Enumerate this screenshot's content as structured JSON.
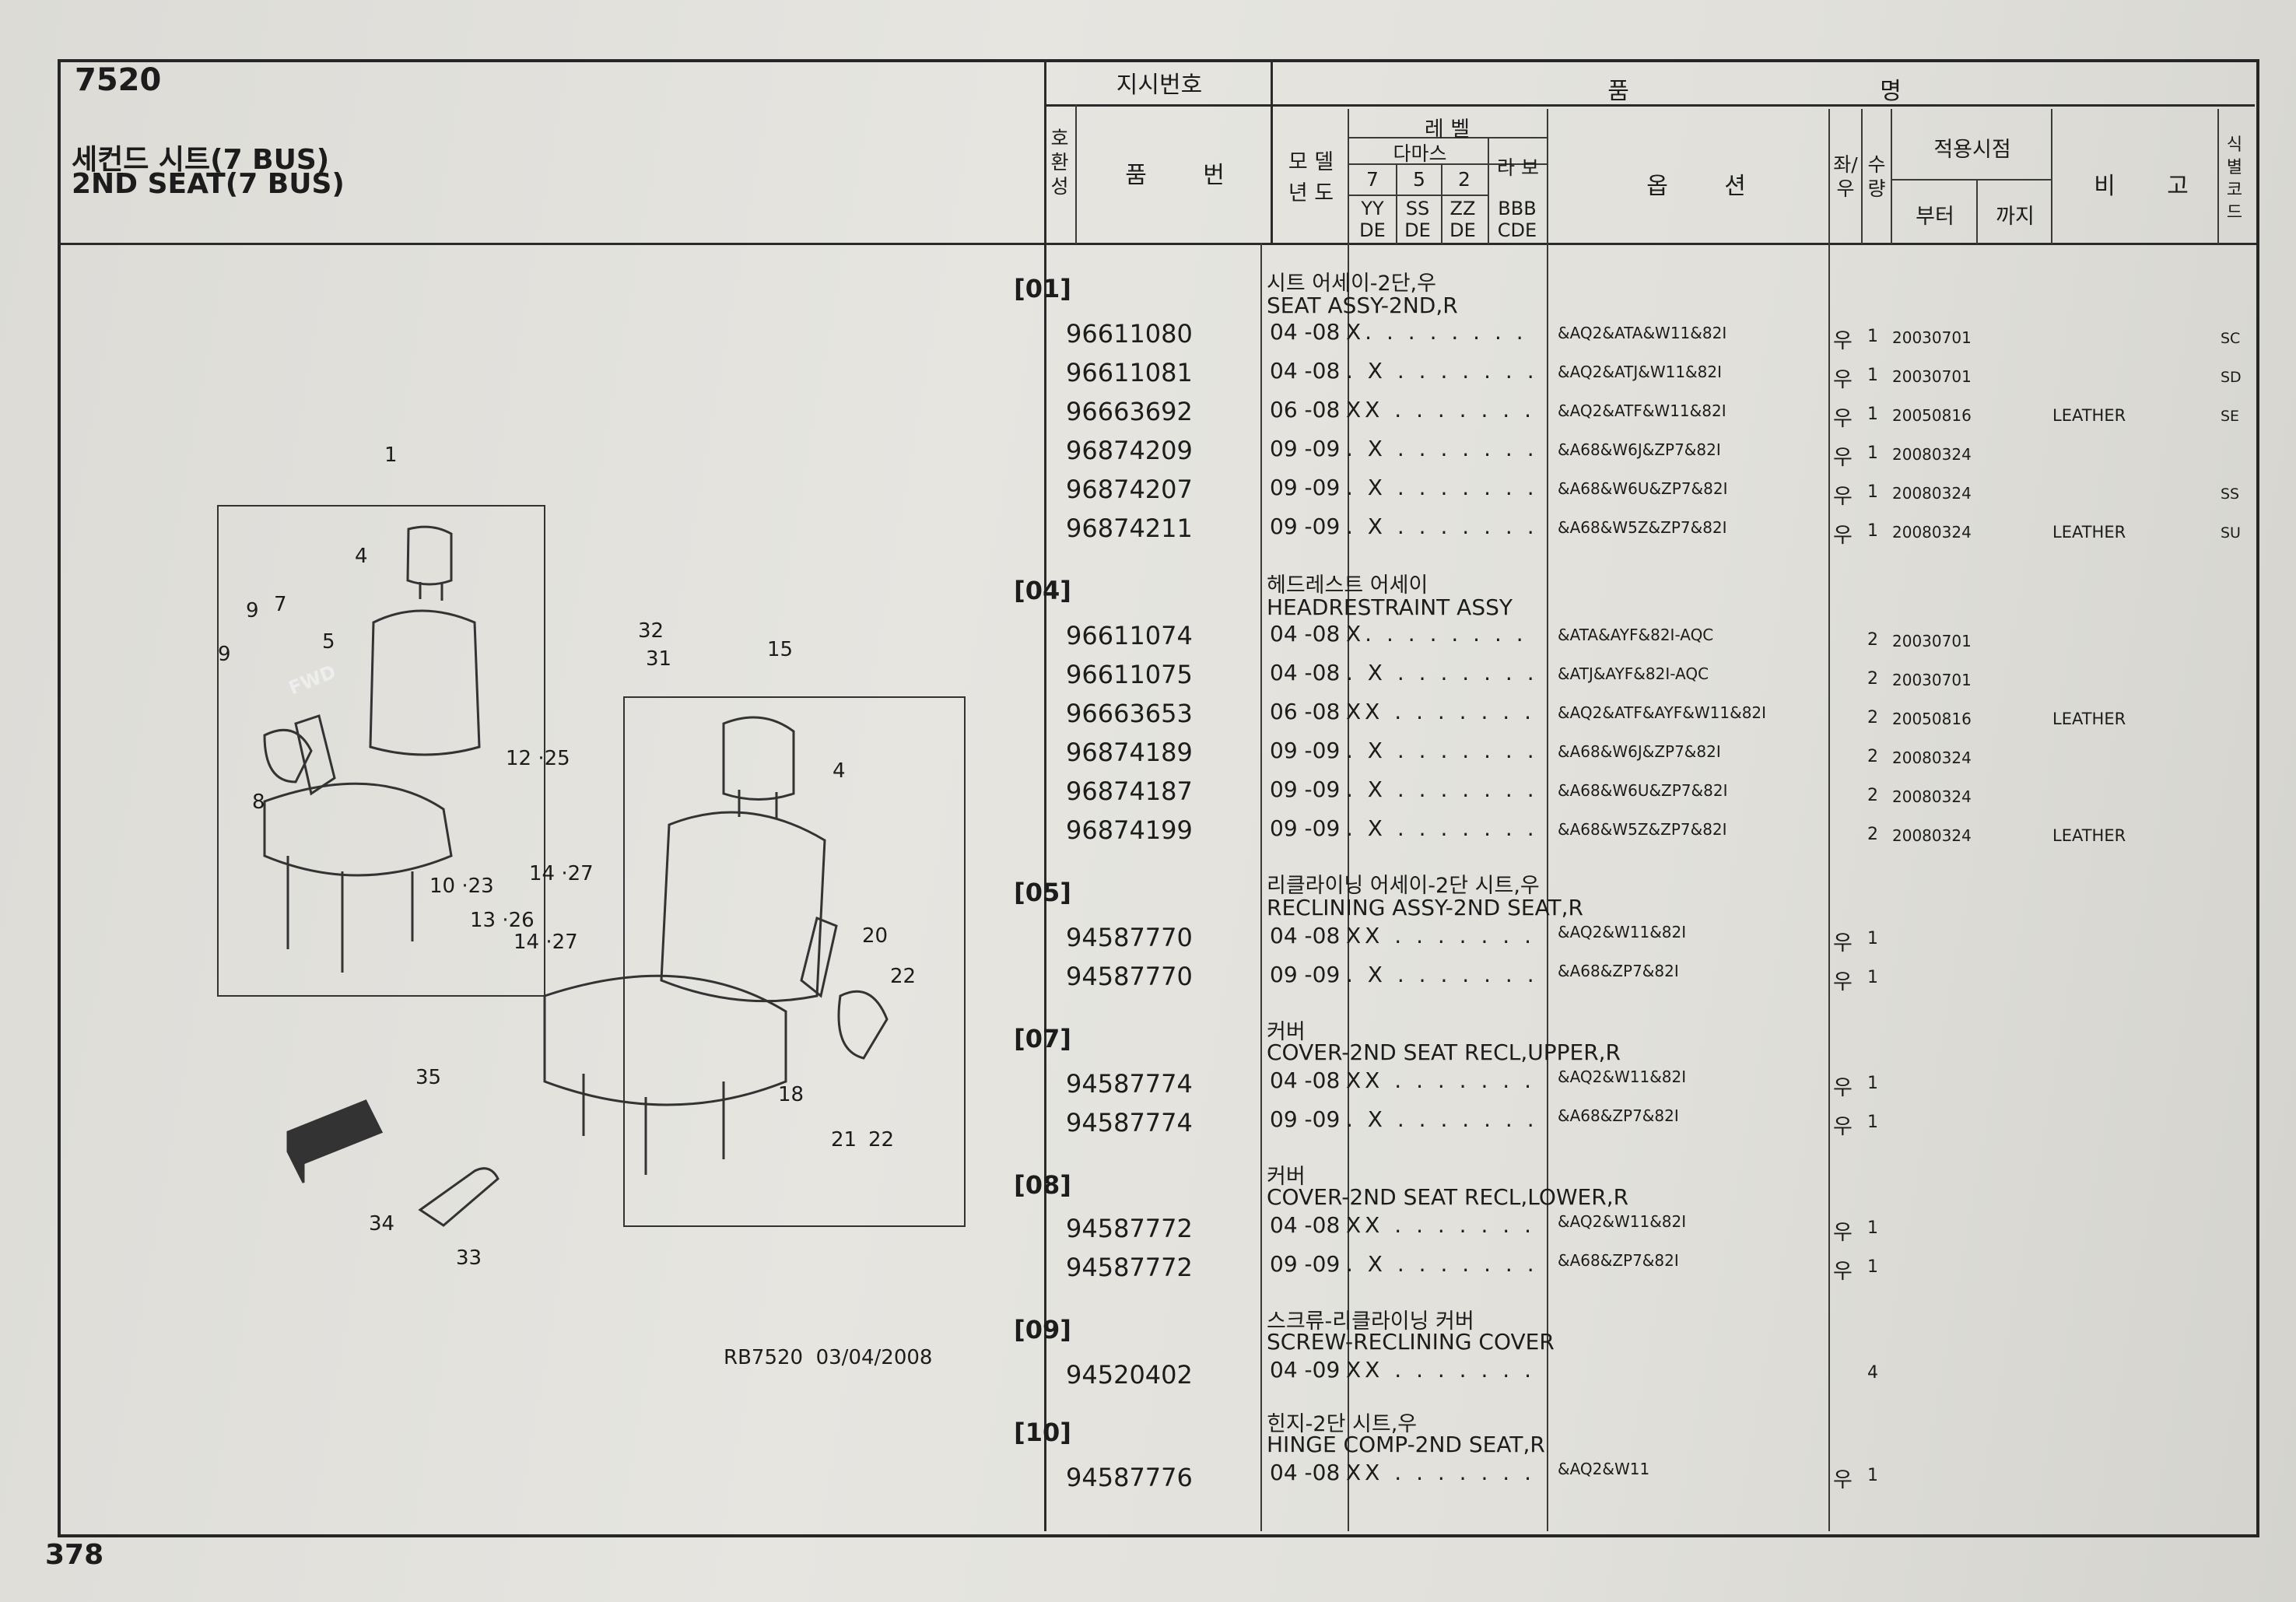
{
  "header": {
    "section_no": "7520",
    "title_ko": "세컨드 시트(7 BUS)",
    "title_en": "2ND SEAT(7 BUS)",
    "col_instruction_no": "지시번호",
    "col_part_name_left": "품",
    "col_part_name_right": "명",
    "col_interchange": "호환성",
    "col_part_no_1": "품",
    "col_part_no_2": "번",
    "col_model_year_1": "모 델",
    "col_model_year_2": "년 도",
    "col_level": "레 벨",
    "col_damas": "다마스",
    "col_labo": "라 보",
    "col_lv7": "7",
    "col_lv5": "5",
    "col_lv2": "2",
    "col_lv7c": "YY DE",
    "col_lv5c": "SS DE",
    "col_lv2c": "ZZ DE",
    "col_laboc": "BBB CDE",
    "col_option_1": "옵",
    "col_option_2": "션",
    "col_side": "좌/우",
    "col_qty": "수량",
    "col_apply": "적용시점",
    "col_from": "부터",
    "col_to": "까지",
    "col_remark_1": "비",
    "col_remark_2": "고",
    "col_idcode": "식별코드"
  },
  "diagram": {
    "caption": "RB7520  03/04/2008",
    "fwd_label": "FWD",
    "callouts": [
      "1",
      "4",
      "9",
      "7",
      "9",
      "5",
      "8",
      "32",
      "31",
      "15",
      "12 ·25",
      "4",
      "10 ·23",
      "14 ·27",
      "13 ·26",
      "14 ·27",
      "20",
      "22",
      "35",
      "18",
      "21",
      "22",
      "34",
      "33"
    ]
  },
  "groups": [
    {
      "code": "[01]",
      "name_ko": "시트 어세이-2단,우",
      "name_en": "SEAT ASSY-2ND,R",
      "rows": [
        {
          "part": "96611080",
          "years": "04 -08",
          "levels": "X. . . . . . . .",
          "option": "&AQ2&ATA&W11&82I",
          "side": "우",
          "qty": "1",
          "from": "20030701",
          "remark": "",
          "id": "SC"
        },
        {
          "part": "96611081",
          "years": "04 -08",
          "levels": ". X . . . . . . .",
          "option": "&AQ2&ATJ&W11&82I",
          "side": "우",
          "qty": "1",
          "from": "20030701",
          "remark": "",
          "id": "SD"
        },
        {
          "part": "96663692",
          "years": "06 -08",
          "levels": "XX . . . . . . .",
          "option": "&AQ2&ATF&W11&82I",
          "side": "우",
          "qty": "1",
          "from": "20050816",
          "remark": "LEATHER",
          "id": "SE"
        },
        {
          "part": "96874209",
          "years": "09 -09",
          "levels": ". X . . . . . . .",
          "option": "&A68&W6J&ZP7&82I",
          "side": "우",
          "qty": "1",
          "from": "20080324",
          "remark": "",
          "id": ""
        },
        {
          "part": "96874207",
          "years": "09 -09",
          "levels": ". X . . . . . . .",
          "option": "&A68&W6U&ZP7&82I",
          "side": "우",
          "qty": "1",
          "from": "20080324",
          "remark": "",
          "id": "SS"
        },
        {
          "part": "96874211",
          "years": "09 -09",
          "levels": ". X . . . . . . .",
          "option": "&A68&W5Z&ZP7&82I",
          "side": "우",
          "qty": "1",
          "from": "20080324",
          "remark": "LEATHER",
          "id": "SU"
        }
      ]
    },
    {
      "code": "[04]",
      "name_ko": "헤드레스트 어세이",
      "name_en": "HEADRESTRAINT ASSY",
      "rows": [
        {
          "part": "96611074",
          "years": "04 -08",
          "levels": "X. . . . . . . .",
          "option": "&ATA&AYF&82I-AQC",
          "side": "",
          "qty": "2",
          "from": "20030701",
          "remark": "",
          "id": ""
        },
        {
          "part": "96611075",
          "years": "04 -08",
          "levels": ". X . . . . . . .",
          "option": "&ATJ&AYF&82I-AQC",
          "side": "",
          "qty": "2",
          "from": "20030701",
          "remark": "",
          "id": ""
        },
        {
          "part": "96663653",
          "years": "06 -08",
          "levels": "XX . . . . . . .",
          "option": "&AQ2&ATF&AYF&W11&82I",
          "side": "",
          "qty": "2",
          "from": "20050816",
          "remark": "LEATHER",
          "id": ""
        },
        {
          "part": "96874189",
          "years": "09 -09",
          "levels": ". X . . . . . . .",
          "option": "&A68&W6J&ZP7&82I",
          "side": "",
          "qty": "2",
          "from": "20080324",
          "remark": "",
          "id": ""
        },
        {
          "part": "96874187",
          "years": "09 -09",
          "levels": ". X . . . . . . .",
          "option": "&A68&W6U&ZP7&82I",
          "side": "",
          "qty": "2",
          "from": "20080324",
          "remark": "",
          "id": ""
        },
        {
          "part": "96874199",
          "years": "09 -09",
          "levels": ". X . . . . . . .",
          "option": "&A68&W5Z&ZP7&82I",
          "side": "",
          "qty": "2",
          "from": "20080324",
          "remark": "LEATHER",
          "id": ""
        }
      ]
    },
    {
      "code": "[05]",
      "name_ko": "리클라이닝 어세이-2단 시트,우",
      "name_en": "RECLINING ASSY-2ND SEAT,R",
      "rows": [
        {
          "part": "94587770",
          "years": "04 -08",
          "levels": "XX . . . . . . .",
          "option": "&AQ2&W11&82I",
          "side": "우",
          "qty": "1",
          "from": "",
          "remark": "",
          "id": ""
        },
        {
          "part": "94587770",
          "years": "09 -09",
          "levels": ". X . . . . . . .",
          "option": "&A68&ZP7&82I",
          "side": "우",
          "qty": "1",
          "from": "",
          "remark": "",
          "id": ""
        }
      ]
    },
    {
      "code": "[07]",
      "name_ko": "커버",
      "name_en": "COVER-2ND SEAT RECL,UPPER,R",
      "rows": [
        {
          "part": "94587774",
          "years": "04 -08",
          "levels": "XX . . . . . . .",
          "option": "&AQ2&W11&82I",
          "side": "우",
          "qty": "1",
          "from": "",
          "remark": "",
          "id": ""
        },
        {
          "part": "94587774",
          "years": "09 -09",
          "levels": ". X . . . . . . .",
          "option": "&A68&ZP7&82I",
          "side": "우",
          "qty": "1",
          "from": "",
          "remark": "",
          "id": ""
        }
      ]
    },
    {
      "code": "[08]",
      "name_ko": "커버",
      "name_en": "COVER-2ND SEAT RECL,LOWER,R",
      "rows": [
        {
          "part": "94587772",
          "years": "04 -08",
          "levels": "XX . . . . . . .",
          "option": "&AQ2&W11&82I",
          "side": "우",
          "qty": "1",
          "from": "",
          "remark": "",
          "id": ""
        },
        {
          "part": "94587772",
          "years": "09 -09",
          "levels": ". X . . . . . . .",
          "option": "&A68&ZP7&82I",
          "side": "우",
          "qty": "1",
          "from": "",
          "remark": "",
          "id": ""
        }
      ]
    },
    {
      "code": "[09]",
      "name_ko": "스크류-리클라이닝 커버",
      "name_en": "SCREW-RECLINING COVER",
      "rows": [
        {
          "part": "94520402",
          "years": "04 -09",
          "levels": "XX . . . . . . .",
          "option": "",
          "side": "",
          "qty": "4",
          "from": "",
          "remark": "",
          "id": ""
        }
      ]
    },
    {
      "code": "[10]",
      "name_ko": "힌지-2단 시트,우",
      "name_en": "HINGE COMP-2ND SEAT,R",
      "rows": [
        {
          "part": "94587776",
          "years": "04 -08",
          "levels": "XX . . . . . . .",
          "option": "&AQ2&W11",
          "side": "우",
          "qty": "1",
          "from": "",
          "remark": "",
          "id": ""
        }
      ]
    }
  ],
  "page_number": "378"
}
